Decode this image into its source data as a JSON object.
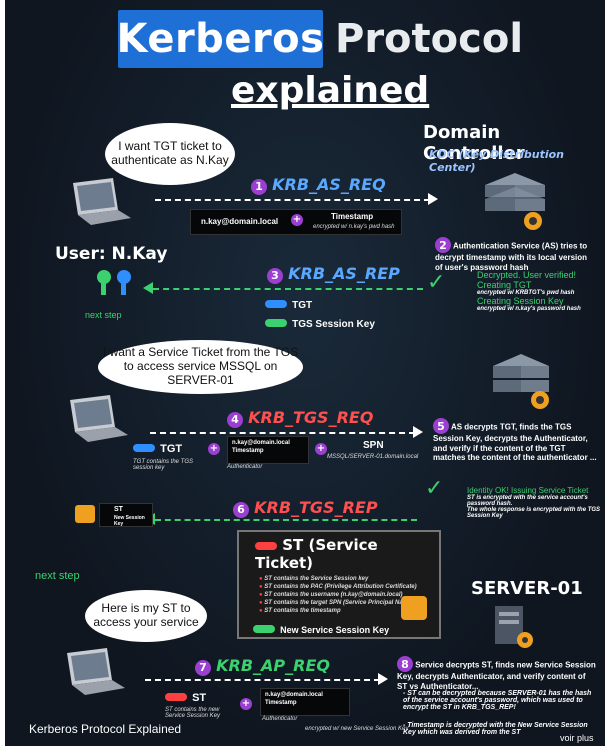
{
  "title": {
    "word1": "Kerberos",
    "word2": "Protocol",
    "word3": "explained"
  },
  "dc": {
    "title": "Domain Controller",
    "subtitle": "KDC (Key Distribution Center)"
  },
  "user": {
    "label": "User: N.Kay"
  },
  "bubble1": "I want TGT ticket to authenticate as N.Kay",
  "bubble2": "I want a Service Ticket from the TGS to access service MSSQL on SERVER-01",
  "bubble3": "Here is my ST to access your service",
  "steps": {
    "s1": {
      "num": "1",
      "label": "KRB_AS_REQ"
    },
    "s2": {
      "num": "2",
      "text": "Authentication Service (AS) tries to decrypt timestamp with its local version of user's password hash"
    },
    "s3": {
      "num": "3",
      "label": "KRB_AS_REP"
    },
    "s4": {
      "num": "4",
      "label": "KRB_TGS_REQ"
    },
    "s5": {
      "num": "5",
      "text": "AS decrypts TGT, finds the TGS Session Key, decrypts the Authenticator, and verify if the content of the TGT matches the content of the authenticator ..."
    },
    "s6": {
      "num": "6",
      "label": "KRB_TGS_REP"
    },
    "s7": {
      "num": "7",
      "label": "KRB_AP_REQ"
    },
    "s8": {
      "num": "8",
      "text": "Service decrypts ST, finds new Service Session Key, decrypts Authenticator, and verify content of ST vs Authenticator..."
    }
  },
  "as_req": {
    "user": "n.kay@domain.local",
    "timestamp": "Timestamp",
    "enc": "encrypted w/ n.kay's pwd hash"
  },
  "verify": {
    "line1": "Decrypted. User verified!",
    "line2": "Creating TGT",
    "line3": "encrypted w/ KRBTGT's pwd hash",
    "line4": "Creating Session Key",
    "line5": "encrypted w/ n.kay's password hash"
  },
  "as_rep": {
    "tgt": "TGT",
    "tgs_key": "TGS Session Key"
  },
  "next_step1": "next step",
  "next_step2": "next step",
  "tgs_req": {
    "tgt": "TGT",
    "tgt_note": "TGT contains the TGS session key",
    "auth_user": "n.kay@domain.local",
    "auth_ts": "Timestamp",
    "auth_label": "Authenticator",
    "spn": "SPN",
    "spn_value": "MSSQL/SERVER-01.domain.local"
  },
  "tgs_verify": {
    "line1": "Identity OK! Issuing Service Ticket",
    "line2": "ST is encrypted with the service account's password hash.",
    "line3": "The whole response is encrypted with the TGS Session Key"
  },
  "small_ticket": {
    "st": "ST",
    "key": "New Session Key"
  },
  "st_box": {
    "title": "ST (Service Ticket)",
    "items": [
      "ST contains the Service Session key",
      "ST contains the PAC (Privilege Attribution Certificate)",
      "ST contains the username (n.kay@domain.local)",
      "ST contains the target SPN (Service Principal Name)",
      "ST contains the timestamp"
    ],
    "key": "New Service Session Key"
  },
  "server": {
    "title": "SERVER-01"
  },
  "ap_req": {
    "st": "ST",
    "st_note": "ST contains the new Service Session Key",
    "auth_user": "n.kay@domain.local",
    "auth_ts": "Timestamp",
    "auth_label": "Authenticator",
    "auth_enc": "encrypted w/ new Service Session Key"
  },
  "notes8": {
    "a": "- ST can be decrypted because SERVER-01 has the hash of the service account's password, which was used to encrypt the ST in KRB_TGS_REP!",
    "b": "- Timestamp is decrypted with the New Service Session Key which was derived from the ST"
  },
  "caption": "Kerberos Protocol Explained",
  "watermark": "voir plus",
  "colors": {
    "accent_blue": "#1e6fd6",
    "step_blue": "#5aa8ff",
    "step_red": "#ff4f4f",
    "green": "#3bd16f",
    "purple": "#9b3fd1"
  }
}
